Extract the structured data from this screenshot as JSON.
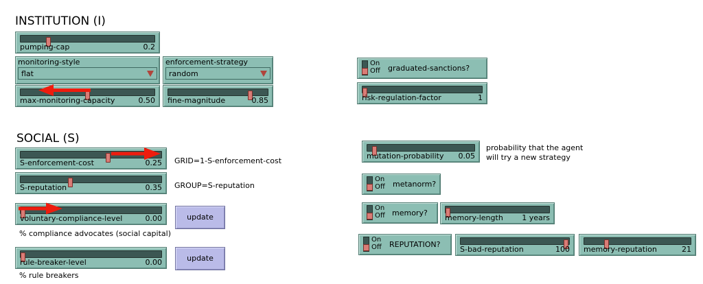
{
  "sections": {
    "institution": "INSTITUTION (I)",
    "social": "SOCIAL (S)"
  },
  "sliders": {
    "pumping_cap": {
      "label": "pumping-cap",
      "value": "0.2",
      "fraction": 0.2
    },
    "max_monitoring_capacity": {
      "label": "max-monitoring-capacity",
      "value": "0.50",
      "fraction": 0.5
    },
    "fine_magnitude": {
      "label": "fine-magnitude",
      "value": "0.85",
      "fraction": 0.85
    },
    "risk_regulation_factor": {
      "label": "risk-regulation-factor",
      "value": "1",
      "fraction": 0.0
    },
    "s_enforcement_cost": {
      "label": "S-enforcement-cost",
      "value": "0.25",
      "fraction": 0.63
    },
    "s_reputation": {
      "label": "S-reputation",
      "value": "0.35",
      "fraction": 0.35
    },
    "voluntary_compliance_level": {
      "label": "voluntary-compliance-level",
      "value": "0.00",
      "fraction": 0.0
    },
    "rule_breaker_level": {
      "label": "rule-breaker-level",
      "value": "0.00",
      "fraction": 0.0
    },
    "mutation_probability": {
      "label": "mutation-probability",
      "value": "0.05",
      "fraction": 0.05
    },
    "memory_length": {
      "label": "memory-length",
      "value": "1 years",
      "fraction": 0.0
    },
    "s_bad_reputation": {
      "label": "S-bad-reputation",
      "value": "100",
      "fraction": 1.0
    },
    "memory_reputation": {
      "label": "memory-reputation",
      "value": "21",
      "fraction": 0.2
    }
  },
  "choosers": {
    "monitoring_style": {
      "label": "monitoring-style",
      "value": "flat"
    },
    "enforcement_strategy": {
      "label": "enforcement-strategy",
      "value": "random"
    }
  },
  "switches": {
    "on_text": "On",
    "off_text": "Off",
    "graduated_sanctions": {
      "label": "graduated-sanctions?",
      "state": "off"
    },
    "metanorm": {
      "label": "metanorm?",
      "state": "off"
    },
    "memory": {
      "label": "memory?",
      "state": "off"
    },
    "reputation": {
      "label": "REPUTATION?",
      "state": "off"
    }
  },
  "buttons": {
    "update_compliance": "update",
    "update_rule_breakers": "update"
  },
  "notes": {
    "grid": "GRID=1-S-enforcement-cost",
    "group": "GROUP=S-reputation",
    "compliance_advocates": "% compliance advocates (social capital)",
    "rule_breakers": "% rule breakers",
    "mutation_line1": "probability that the agent",
    "mutation_line2": "will try a new strategy"
  },
  "colors": {
    "widget": "#8cbeb3",
    "button": "#babbe8",
    "thumb": "#d97c76",
    "arrow": "#ee1c0e"
  }
}
